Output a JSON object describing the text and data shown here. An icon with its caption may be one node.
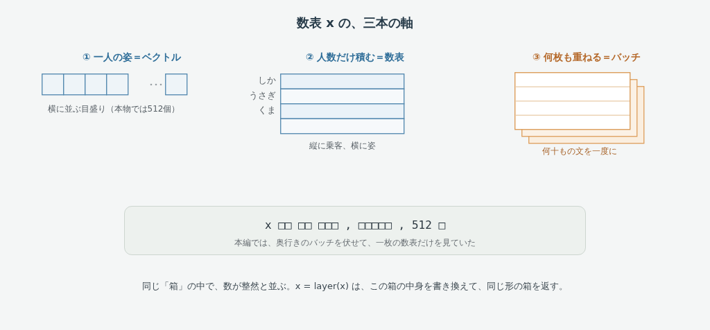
{
  "diagram": {
    "title": "数表 x の、三本の軸",
    "nodes": [
      {
        "text": [
          "① 一人の姿＝ベクトル"
        ],
        "beside": [
          "横に並ぶ目盛り（本物では512個）"
        ]
      },
      {
        "text": [
          "② 人数だけ積む＝数表"
        ],
        "beside": [
          "しか",
          "うさぎ",
          "くま",
          "縦に乗客、横に姿"
        ]
      },
      {
        "text": [
          "③ 何枚も重ねる＝バッチ"
        ],
        "beside": [
          "何十もの文を一度に"
        ]
      },
      {
        "text": [
          "x □□ □□ □□□ , □□□□□ , 512 □",
          "本編では、奥行きのバッチを伏せて、一枚の数表だけを見ていた"
        ]
      }
    ],
    "labels": [
      "同じ「箱」の中で、数が整然と並ぶ。x = layer(x) は、この箱の中身を書き換えて、同じ形の箱を返す。"
    ]
  }
}
